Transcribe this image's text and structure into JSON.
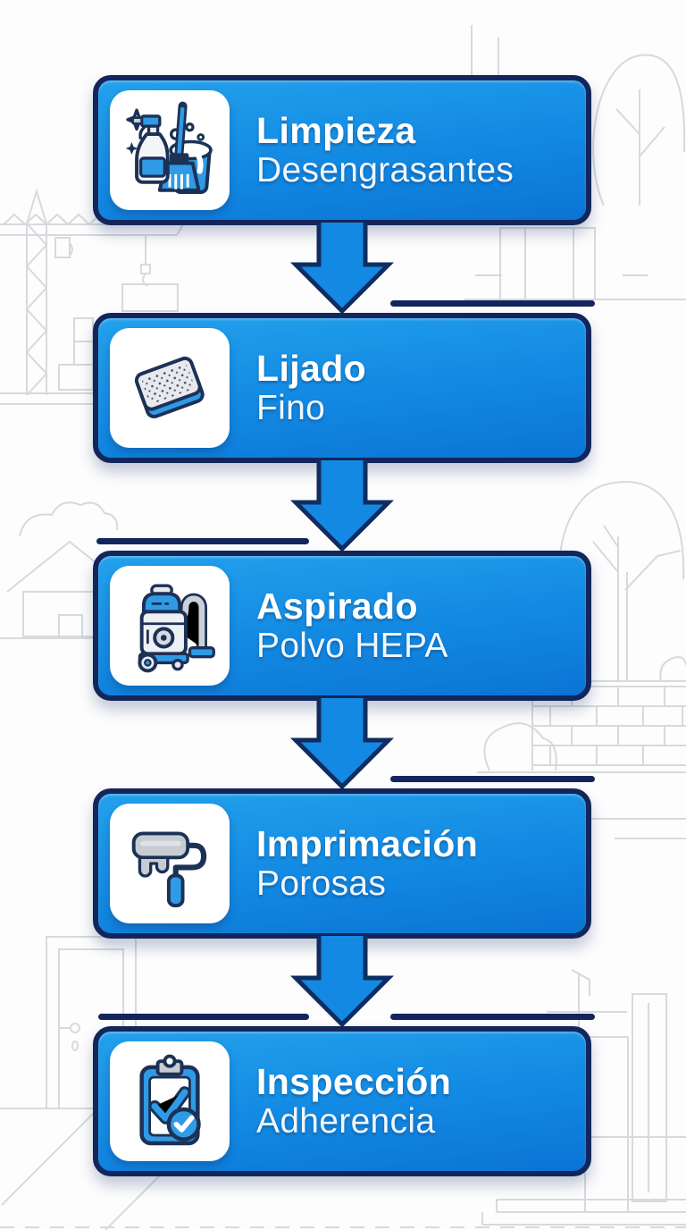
{
  "diagram": {
    "language": "es",
    "steps": [
      {
        "step": 1,
        "title": "Limpieza",
        "subtitle": "Desengrasantes",
        "icon": "cleaning-supplies-icon"
      },
      {
        "step": 2,
        "title": "Lijado",
        "subtitle": "Fino",
        "icon": "sandpaper-icon"
      },
      {
        "step": 3,
        "title": "Aspirado",
        "subtitle": "Polvo HEPA",
        "icon": "vacuum-cleaner-icon"
      },
      {
        "step": 4,
        "title": "Imprimación",
        "subtitle": "Porosas",
        "icon": "paint-roller-icon"
      },
      {
        "step": 5,
        "title": "Inspección",
        "subtitle": "Adherencia",
        "icon": "clipboard-check-icon"
      }
    ],
    "connectors": [
      {
        "after_step": 1,
        "type": "arrow-down",
        "accent_line_side": "right"
      },
      {
        "after_step": 2,
        "type": "arrow-down",
        "accent_line_side": "left"
      },
      {
        "after_step": 3,
        "type": "arrow-down",
        "accent_line_side": "right"
      },
      {
        "after_step": 4,
        "type": "arrow-down",
        "accent_line_side": "both"
      }
    ],
    "colors": {
      "card_gradient_top": "#23a1ec",
      "card_gradient_bottom": "#0b74d4",
      "card_border": "#13265c",
      "arrow_fill": "#1489e3",
      "arrow_outline": "#0f2d60",
      "accent_line": "#13265c",
      "icon_tile_bg": "#ffffff",
      "icon_blue": "#2f9be6",
      "icon_outline": "#1c3156",
      "text": "#ffffff",
      "background": "#fdfdfe",
      "background_sketch": "#d7d9dd"
    }
  }
}
